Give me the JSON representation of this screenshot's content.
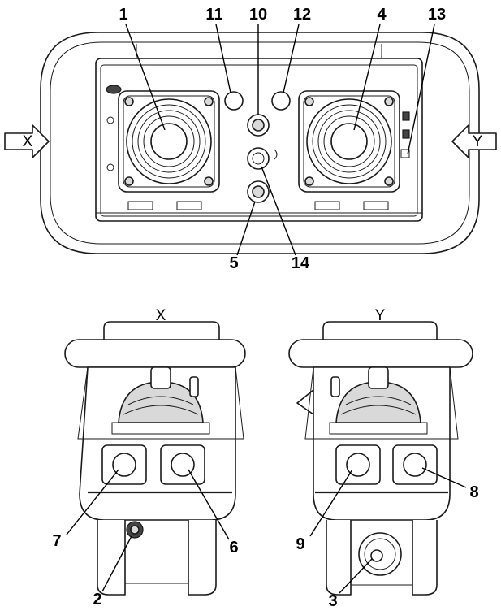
{
  "callouts": {
    "n1": "1",
    "n2": "2",
    "n3": "3",
    "n4": "4",
    "n5": "5",
    "n6": "6",
    "n7": "7",
    "n8": "8",
    "n9": "9",
    "n10": "10",
    "n11": "11",
    "n12": "12",
    "n13": "13",
    "n14": "14"
  },
  "views": {
    "left_arrow": "X",
    "right_arrow": "Y",
    "left_title": "X",
    "right_title": "Y"
  },
  "colors": {
    "line": "#1a1a1a",
    "panel": "#ffffff",
    "shade": "#d9d9d9"
  }
}
